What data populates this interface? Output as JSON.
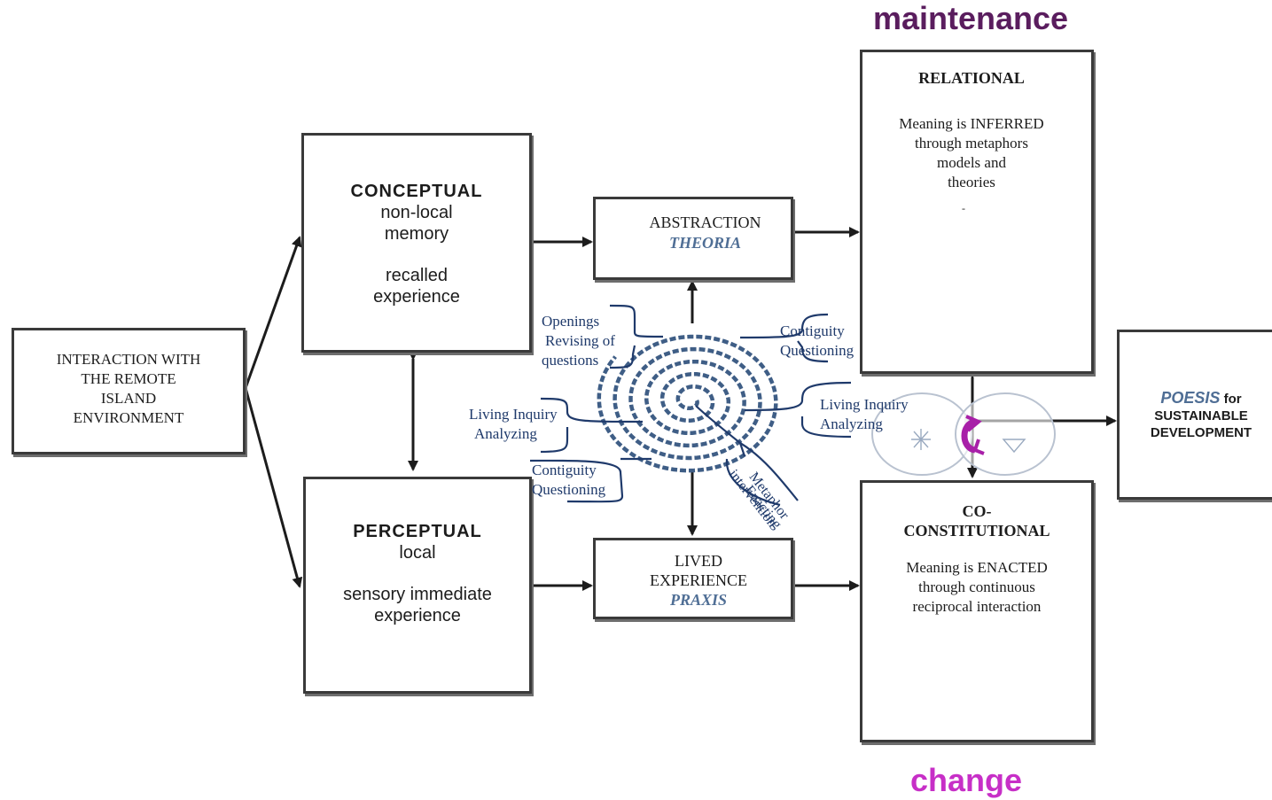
{
  "headings": {
    "top": "maintenance",
    "bottom": "change"
  },
  "colors": {
    "maintenance": "#5a1d5e",
    "change": "#c72fc7",
    "ink": "#1c1c1c",
    "annotation": "#1f3a6b",
    "latin": "#4f6e95",
    "border": "#3a3a3a"
  },
  "interaction": {
    "lines": [
      "INTERACTION WITH",
      "THE REMOTE",
      "ISLAND",
      "ENVIRONMENT"
    ]
  },
  "conceptual": {
    "title": "CONCEPTUAL",
    "line1": "non-local",
    "line2": "memory",
    "line3": "recalled",
    "line4": "experience"
  },
  "perceptual": {
    "title": "PERCEPTUAL",
    "line1": "local",
    "line2": "sensory immediate",
    "line3": "experience"
  },
  "abstraction": {
    "title": "ABSTRACTION",
    "latin": "THEORIA"
  },
  "lived": {
    "line1": "LIVED",
    "line2": "EXPERIENCE",
    "latin": "PRAXIS"
  },
  "relational": {
    "title": "RELATIONAL",
    "lines": [
      "Meaning is INFERRED",
      "through metaphors",
      "models and",
      "theories"
    ],
    "dot": "-"
  },
  "coconstitutional": {
    "title1": "CO-",
    "title2": "CONSTITUTIONAL",
    "lines": [
      "Meaning is ENACTED",
      "through continuous",
      "reciprocal interaction"
    ]
  },
  "poesis": {
    "latin": "POESIS",
    "for": "for",
    "line2": "SUSTAINABLE",
    "line3": "DEVELOPMENT"
  },
  "spiral_labels": {
    "openings": "Openings",
    "revising": "Revising of",
    "questions": "questions",
    "contiguity_right": "Contiguity",
    "questioning_right": "Questioning",
    "living_left": "Living Inquiry",
    "analyzing_left": "Analyzing",
    "living_right": "Living Inquiry",
    "analyzing_right": "Analyzing",
    "contiguity_left": "Contiguity",
    "questioning_left": "Questioning",
    "metaphor": "Metaphor",
    "enacting": "Enacting",
    "intervention": "intervention"
  }
}
